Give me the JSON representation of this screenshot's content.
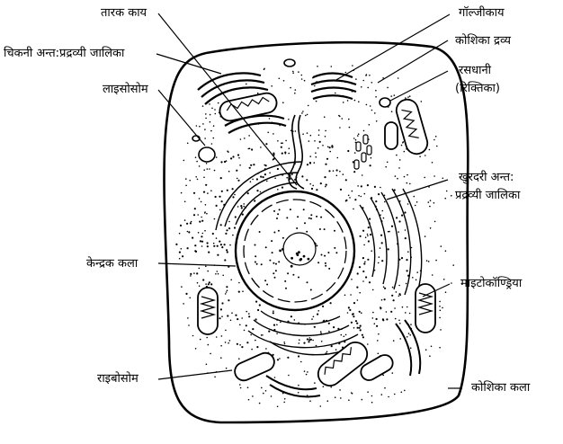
{
  "labels": {
    "centrosome": "तारक काय",
    "smooth_er": "चिकनी अन्त:प्रद्रव्यी जालिका",
    "lysosome": "लाइसोसोम",
    "golgi_body": "गॉल्जीकाय",
    "cytoplasm": "कोशिका द्रव्य",
    "vacuole_line1": "रसधानी",
    "vacuole_line2": "(रिक्तिका)",
    "rough_er_line1": "खुरदरी अन्त:",
    "rough_er_line2": "प्रद्रव्यी जालिका",
    "nuclear_membrane": "केन्द्रक कला",
    "mitochondria": "माइटोकॉण्ड्रिया",
    "ribosome": "राइबोसोम",
    "cell_membrane": "कोशिका कला"
  }
}
